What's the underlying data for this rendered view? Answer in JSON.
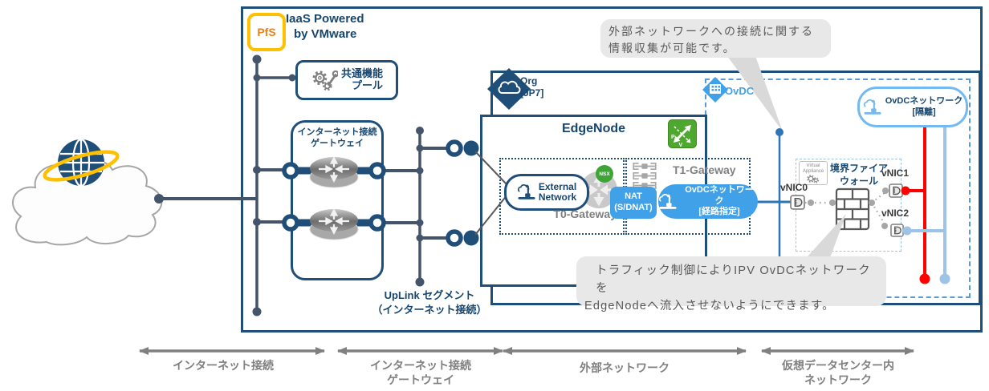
{
  "colors": {
    "navy": "#1F4E79",
    "slate": "#44546A",
    "light_blue": "#41A1E8",
    "pill_border_blue": "#74B9F0",
    "dashed_blue": "#5B9BD5",
    "firewall_dash_blue": "#9DC3E6",
    "gray": "#808080",
    "callout_bg": "#E8E8E8",
    "red": "#FF0000",
    "vnic2_line_blue": "#9DC3E6",
    "vnic0_line_blue": "#2E75B6",
    "green": "#4EA72E",
    "badge_yellow": "#FFC000",
    "badge_orange": "#E8821A"
  },
  "header": {
    "badge": "PfS",
    "title_line1": "IaaS Powered",
    "title_line2": "by VMware"
  },
  "nodes": {
    "common_pool": {
      "line1": "共通機能",
      "line2": "プール"
    },
    "internet_gateway": {
      "line1": "インターネット接続",
      "line2": "ゲートウェイ"
    },
    "org": {
      "line1": "Org",
      "line2": "[JP7]"
    },
    "edgenode": {
      "title": "EdgeNode",
      "icon_letter_p": "P",
      "icon_letter_v": "V"
    },
    "t0_gateway": {
      "label": "T0-Gateway",
      "external_line1": "External",
      "external_line2": "Network",
      "nsx_badge": "NSX"
    },
    "t1_gateway": {
      "label": "T1-Gateway",
      "nat_line1": "NAT",
      "nat_line2": "(S/DNAT)",
      "routed_line1": "OvDCネットワーク",
      "routed_line2": "[経路指定]"
    },
    "ovdc": {
      "label": "OvDC",
      "isolated_line1": "OvDCネットワーク",
      "isolated_line2": "[隔離]"
    },
    "firewall": {
      "line1": "境界ファイア",
      "line2": "ウォール",
      "appliance_line1": "Virtual",
      "appliance_line2": "Appliance",
      "vnic0": "vNIC0",
      "vnic1": "vNIC1",
      "vnic2": "vNIC2"
    },
    "uplink": {
      "line1": "UpLink セグメント",
      "line2": "（インターネット接続）"
    }
  },
  "callouts": {
    "top": {
      "line1": "外部ネットワークへの接続に関する",
      "line2": "情報収集が可能です。"
    },
    "bottom": {
      "line1": "トラフィック制御によりIPV OvDCネットワークを",
      "line2": "EdgeNodeへ流入させないようにできます。"
    }
  },
  "legend": {
    "internet": {
      "line1": "インターネット接続"
    },
    "internet_gateway": {
      "line1": "インターネット接続",
      "line2": "ゲートウェイ"
    },
    "external_network": {
      "line1": "外部ネットワーク"
    },
    "vdc_network": {
      "line1": "仮想データセンター内",
      "line2": "ネットワーク"
    }
  }
}
